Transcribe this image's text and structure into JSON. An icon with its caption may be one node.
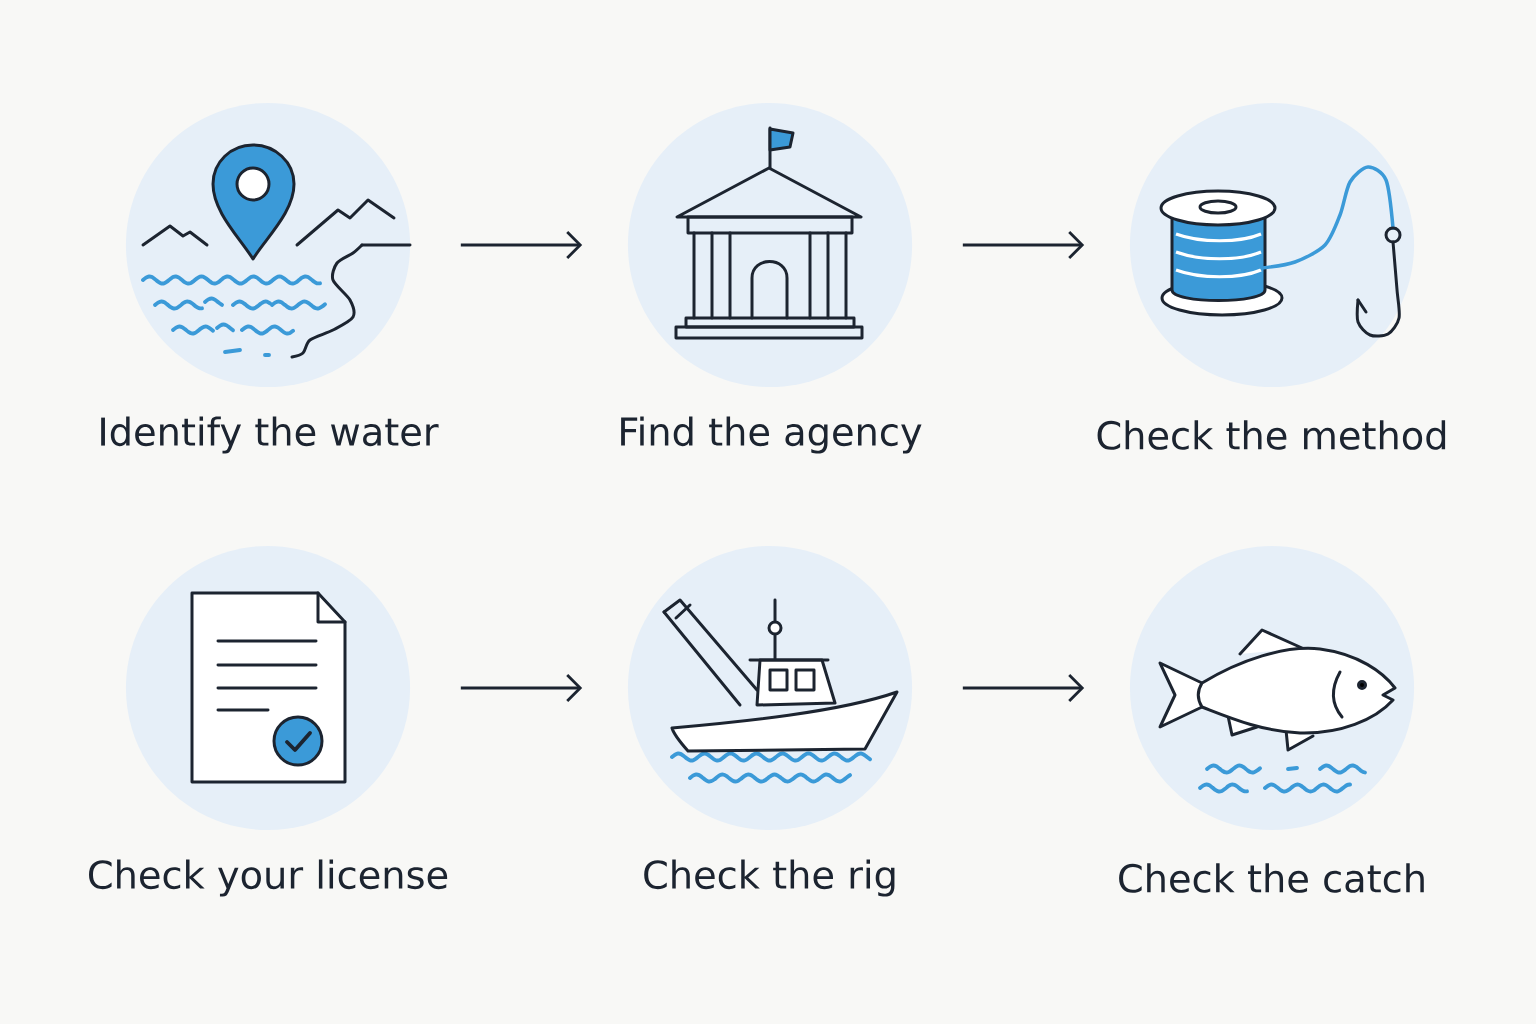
{
  "diagram": {
    "nodes": [
      {
        "text": [
          "Identify the water"
        ]
      },
      {
        "text": [
          "Find the agency"
        ]
      },
      {
        "text": [
          "Check the method"
        ]
      },
      {
        "text": [
          "Check your license"
        ]
      },
      {
        "text": [
          "Check the rig"
        ]
      },
      {
        "text": [
          "Check the catch"
        ]
      }
    ],
    "edges": [
      {
        "from": 0,
        "to": 1,
        "arrow": "to"
      },
      {
        "from": 1,
        "to": 2,
        "arrow": "to"
      },
      {
        "from": 3,
        "to": 4,
        "arrow": "to"
      },
      {
        "from": 4,
        "to": 5,
        "arrow": "to"
      }
    ]
  }
}
